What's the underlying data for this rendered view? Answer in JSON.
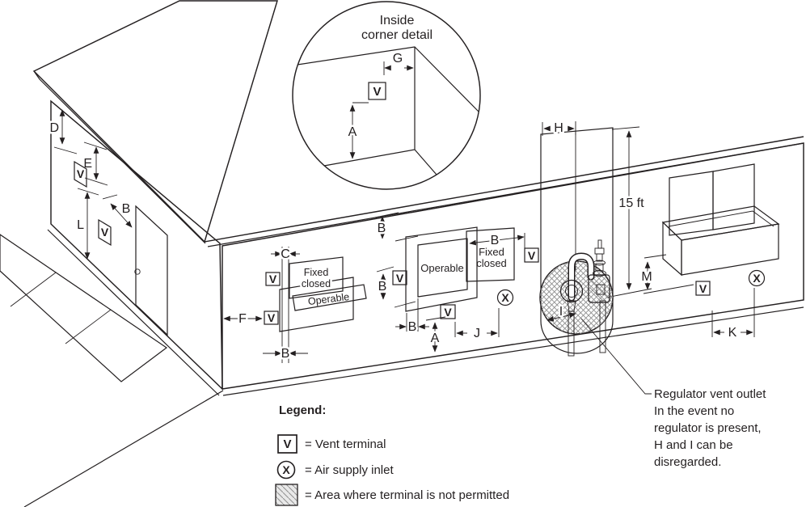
{
  "figure": {
    "description": "Isometric house diagram showing required clearances for gas vent terminals and air supply inlets"
  },
  "dim_labels": {
    "a": "A",
    "b": "B",
    "c": "C",
    "d": "D",
    "e": "E",
    "f": "F",
    "g": "G",
    "h": "H",
    "i": "I",
    "j": "J",
    "k": "K",
    "l": "L",
    "m": "M",
    "fifteen_ft": "15 ft"
  },
  "symbols": {
    "vent": "V",
    "air": "X"
  },
  "windows": {
    "fixed_line1": "Fixed",
    "fixed_line2": "closed",
    "operable": "Operable"
  },
  "detail": {
    "title_line1": "Inside",
    "title_line2": "corner detail"
  },
  "legend": {
    "title": "Legend:",
    "vent_text": "= Vent terminal",
    "air_text": "= Air supply inlet",
    "area_text": "= Area where terminal is not permitted"
  },
  "note": {
    "line1": "Regulator vent outlet",
    "line2": "In the event no",
    "line3": "regulator is present,",
    "line4": "H and I can be",
    "line5": "disregarded."
  },
  "colors": {
    "line": "#231f20",
    "hatch_line": "#9b9b9b",
    "zone_fill": "#c4c4c4"
  }
}
